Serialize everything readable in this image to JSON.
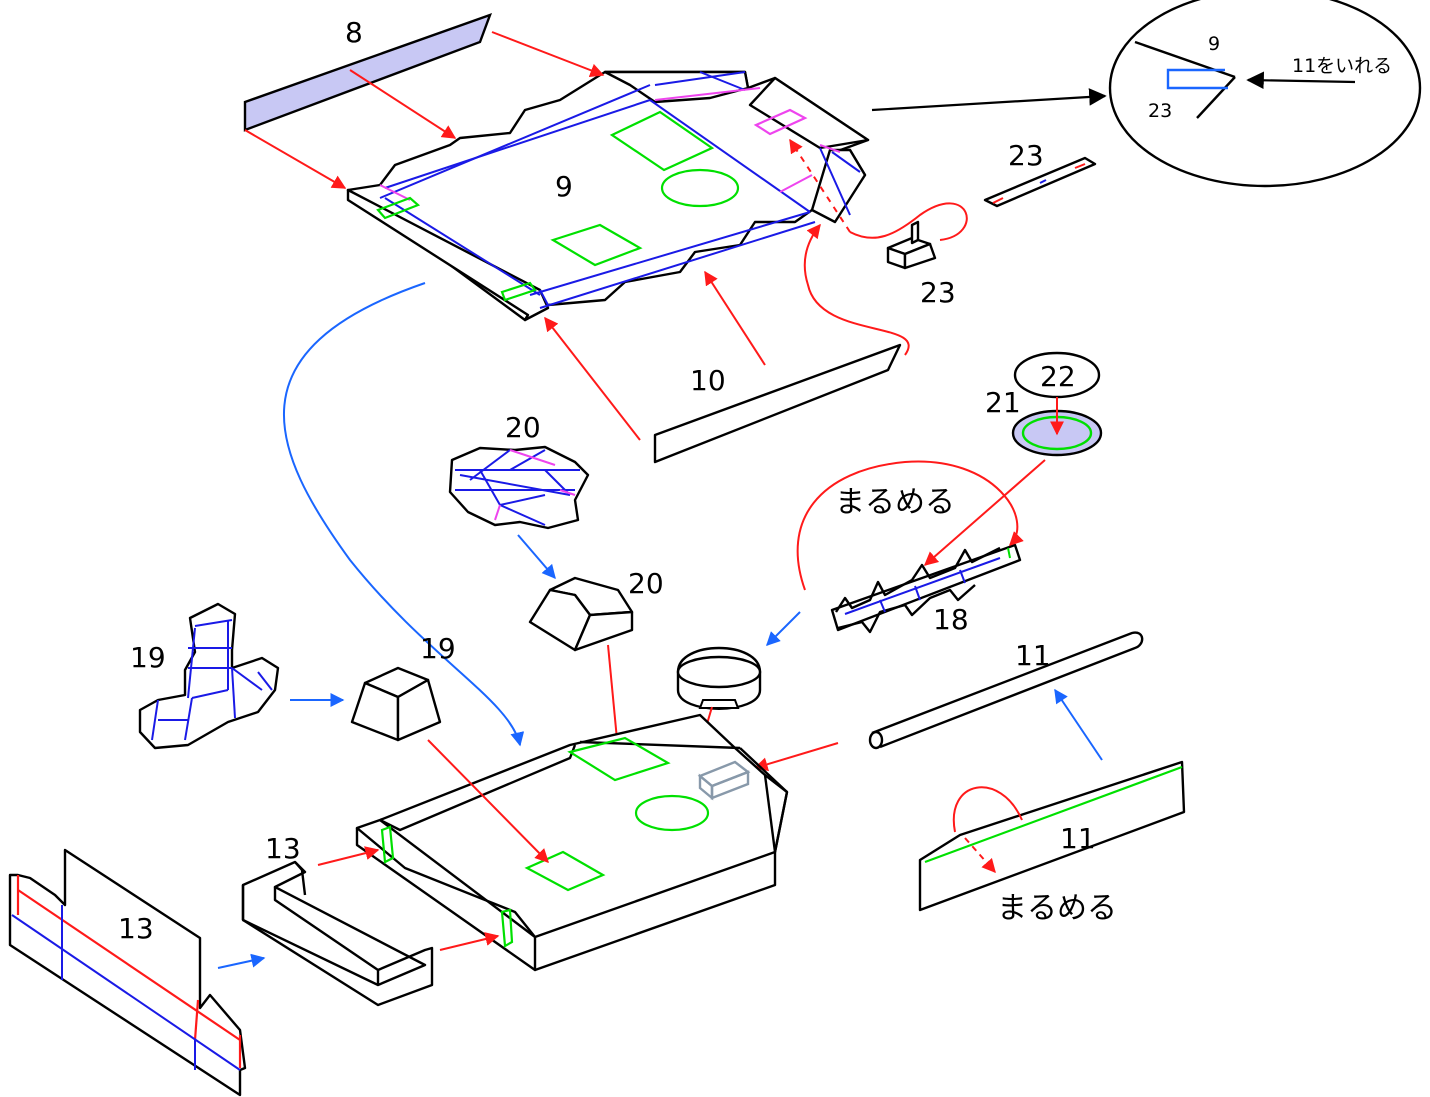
{
  "labels": {
    "part_8": "8",
    "part_9": "9",
    "part_10": "10",
    "part_23_strip": "23",
    "part_23_folded": "23",
    "part_22": "22",
    "part_21": "21",
    "part_20_flat": "20",
    "part_20_box": "20",
    "part_19_flat": "19",
    "part_19_box": "19",
    "part_18": "18",
    "part_11_tube": "11",
    "part_11_flat": "11",
    "part_13_flat": "13",
    "part_13_folded": "13"
  },
  "notes": {
    "roll_18": "まるめる",
    "roll_11": "まるめる"
  },
  "detail": {
    "part_9": "9",
    "part_23": "23",
    "insert_11": "11をいれる"
  },
  "colors": {
    "outline": "#000000",
    "fold_blue": "#1a1ae6",
    "fold_green": "#00e000",
    "fold_magenta": "#ee44ee",
    "arrow_red": "#ff1a1a",
    "arrow_blue": "#1a66ff",
    "part_fill_lavender": "#c8c8f4",
    "tab_gray": "#8899aa"
  }
}
